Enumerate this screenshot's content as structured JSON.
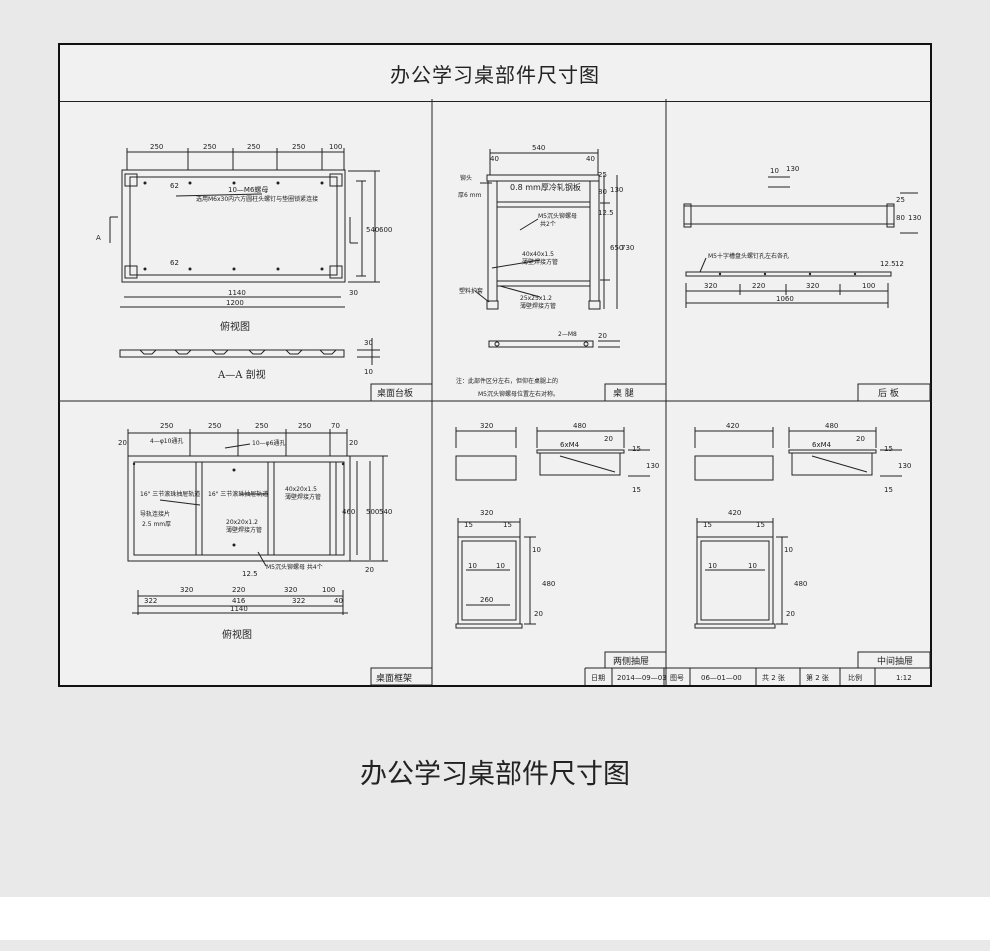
{
  "sheet": {
    "title": "办公学习桌部件尺寸图",
    "caption": "办公学习桌部件尺寸图"
  },
  "panels": {
    "desktop": {
      "name": "桌面台板",
      "view_label": "俯视图",
      "section_label": "A—A 剖视",
      "dims_top": [
        "250",
        "250",
        "250",
        "250",
        "100"
      ],
      "dim_1140": "1140",
      "dim_1200": "1200",
      "dim_30": "30",
      "dim_540": "540",
      "dim_600": "600",
      "dim_62a": "62",
      "dim_62b": "62",
      "note_hole": "10—M6螺母",
      "note_screw": "选用M6x30内六方圆柱头螺钉与垫圈锁紧连接",
      "section_dims": [
        "30",
        "10"
      ],
      "marker_a": "A"
    },
    "leg": {
      "name": "桌  腿",
      "dim_540": "540",
      "dim_40a": "40",
      "dim_40b": "40",
      "dim_25": "25",
      "dim_80": "80",
      "dim_130": "130",
      "dim_12_5": "12.5",
      "dim_650": "650",
      "dim_730": "730",
      "dim_20": "20",
      "note_plate": "0.8 mm厚冷轧钢板",
      "note_bolt": "M5沉头铆螺母",
      "note_bolt_qty": "共2个",
      "note_pipe1": "40x40x1.5",
      "note_pipe1b": "薄壁焊接方管",
      "note_pipe2": "25x25x1.2",
      "note_pipe2b": "薄壁焊接方管",
      "note_foot": "塑料护套",
      "note_left": "铆头",
      "note_left2": "厚6 mm",
      "note_m8": "2—M8",
      "footnote1": "注：此部件区分左右，但仰在桌腿上的",
      "footnote2": "M5沉头铆螺母位置左右对称。"
    },
    "back": {
      "name": "后  板",
      "dims_top": [
        "10",
        "130"
      ],
      "dim_25": "25",
      "dim_80": "80",
      "dim_130": "130",
      "dim_12_5": "12.5",
      "dim_12": "12",
      "dims_bottom": [
        "320",
        "220",
        "320",
        "100"
      ],
      "dim_1060": "1060",
      "note_screw": "M5十字槽盘头螺钉孔左右各孔"
    },
    "frame": {
      "name": "桌面框架",
      "view_label": "俯视图",
      "dims_top": [
        "250",
        "250",
        "250",
        "250",
        "70"
      ],
      "dim_20a": "20",
      "dim_20b": "20",
      "note_hole1": "4—φ10通孔",
      "note_hole2": "10—φ6通孔",
      "note_rail1": "16\" 三节滚珠抽屉轨道",
      "note_rail2": "16\" 三节滚珠抽屉轨道",
      "note_pipe": "40x20x1.5",
      "note_pipe_b": "薄壁焊接方管",
      "note_guide": "导轨连接片",
      "note_guide2": "2.5 mm厚",
      "note_pipe2": "20x20x1.2",
      "note_pipe2b": "薄壁焊接方管",
      "note_bolt": "M5沉头铆螺母  共4个",
      "dims_right": [
        "460",
        "500",
        "540",
        "20"
      ],
      "dim_12_5": "12.5",
      "dims_row1": [
        "320",
        "220",
        "320",
        "100"
      ],
      "dims_row2": [
        "322",
        "416",
        "322",
        "40"
      ],
      "dim_1140": "1140"
    },
    "side_drawer": {
      "name": "两侧抽屉",
      "dim_320": "320",
      "dim_480": "480",
      "dim_20": "20",
      "dim_15a": "15",
      "dim_15b": "15",
      "dim_130": "130",
      "note_screw": "6xM4",
      "dim_320b": "320",
      "dim_15c": "15",
      "dim_15d": "15",
      "dim_10a": "10",
      "dim_10b": "10",
      "dim_10c": "10",
      "dim_480b": "480",
      "dim_260": "260",
      "dim_20b": "20"
    },
    "mid_drawer": {
      "name": "中间抽屉",
      "dim_420": "420",
      "dim_480": "480",
      "dim_20": "20",
      "dim_15a": "15",
      "dim_15b": "15",
      "dim_130": "130",
      "note_screw": "6xM4",
      "dim_420b": "420",
      "dim_15c": "15",
      "dim_15d": "15",
      "dim_10a": "10",
      "dim_10b": "10",
      "dim_10c": "10",
      "dim_480b": "480",
      "dim_20b": "20"
    }
  },
  "title_block": {
    "date_label": "日期",
    "date_value": "2014—09—03",
    "drawing_no_label": "图号",
    "drawing_no_value": "06—01—00",
    "total_sheets": "共 2 张",
    "sheet_no": "第 2 张",
    "scale_label": "比例",
    "scale_value": "1:12"
  },
  "colors": {
    "background": "#e9e9e9",
    "sheet": "#f1f1f1",
    "line": "#222222"
  }
}
